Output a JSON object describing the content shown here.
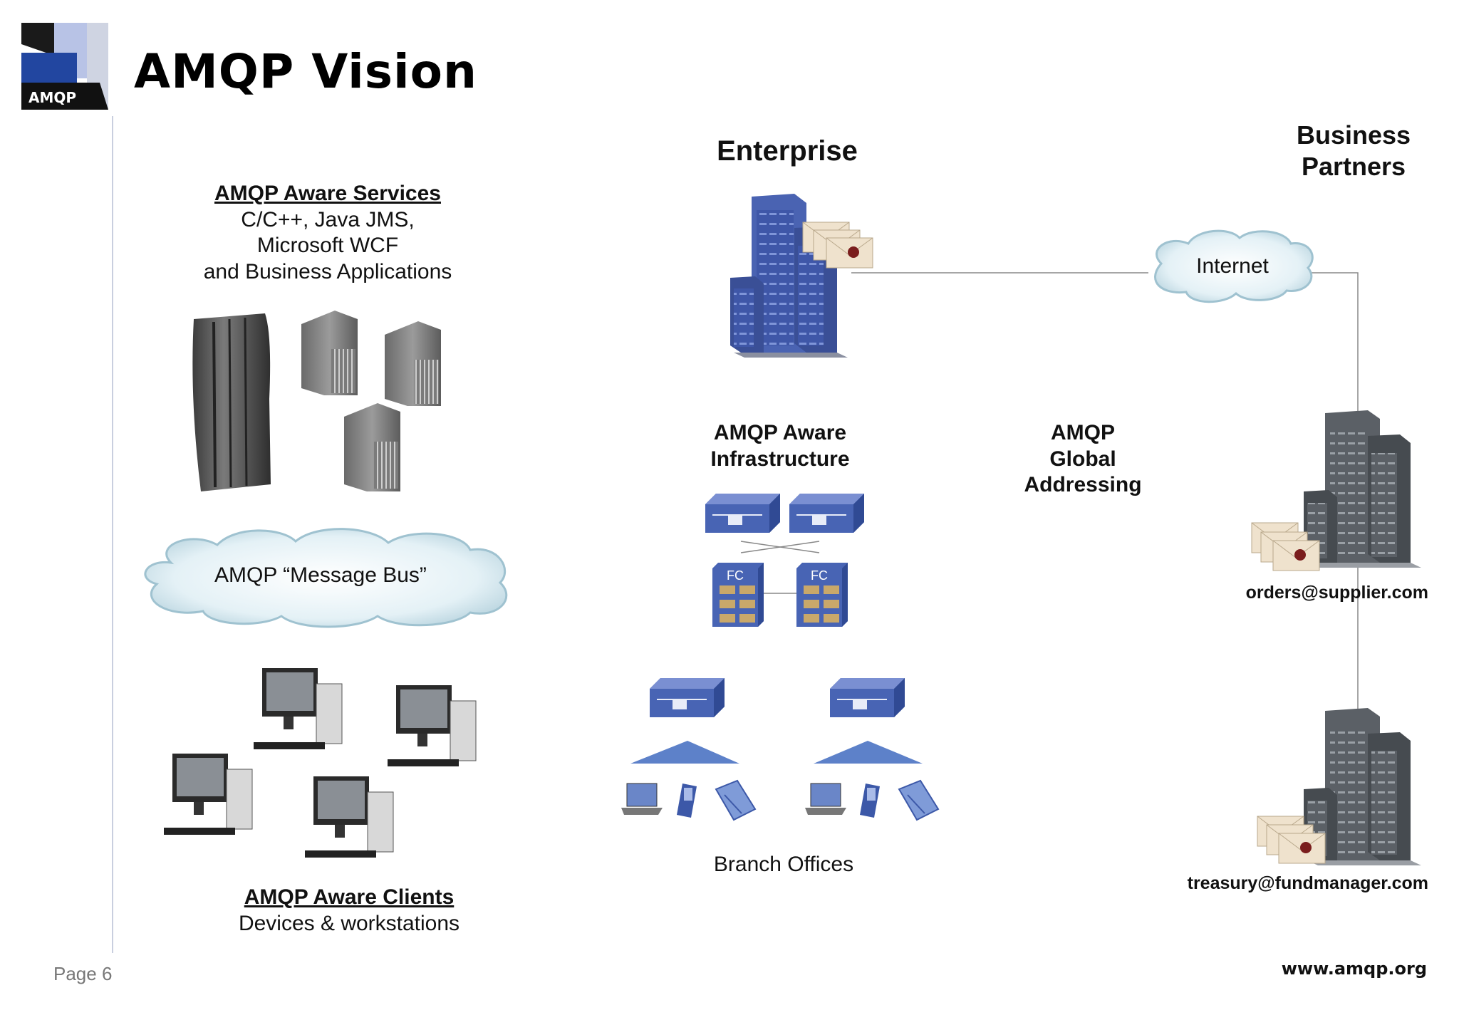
{
  "logo": {
    "text": "AMQP"
  },
  "title": "AMQP Vision",
  "services": {
    "heading": "AMQP Aware Services",
    "lines": [
      "C/C++, Java JMS,",
      "Microsoft WCF",
      "and Business Applications"
    ]
  },
  "message_bus": {
    "label": "AMQP “Message Bus”"
  },
  "clients": {
    "heading": "AMQP Aware Clients",
    "subtitle": "Devices & workstations"
  },
  "enterprise": {
    "label": "Enterprise"
  },
  "infrastructure": {
    "line1": "AMQP Aware",
    "line2": "Infrastructure"
  },
  "fc_labels": [
    "FC",
    "FC"
  ],
  "branch_offices": {
    "label": "Branch Offices"
  },
  "global_addressing": {
    "line1": "AMQP",
    "line2": "Global",
    "line3": "Addressing"
  },
  "internet": {
    "label": "Internet"
  },
  "business_partners": {
    "line1": "Business",
    "line2": "Partners"
  },
  "partners": {
    "supplier_email": "orders@supplier.com",
    "fundmanager_email": "treasury@fundmanager.com"
  },
  "footer": {
    "page": "Page 6",
    "url": "www.amqp.org"
  },
  "colors": {
    "enterprise_blue": "#3f57a8",
    "partner_gray": "#555a60",
    "router_blue": "#4864b4",
    "cloud_fill": "#dfeef4",
    "logo_blue": "#2246a0",
    "logo_light": "#b8c3e6"
  }
}
